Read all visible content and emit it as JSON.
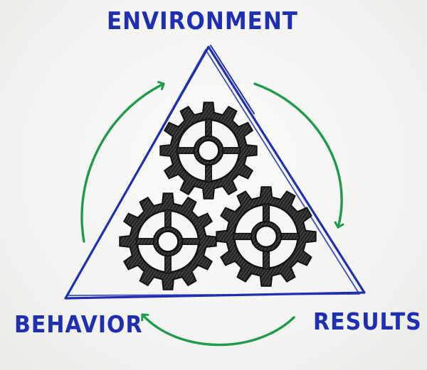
{
  "diagram": {
    "labels": {
      "top": "ENVIRONMENT",
      "bottom_left": "BEHAVIOR",
      "bottom_right": "RESULTS"
    },
    "shape": "triangle",
    "inner_elements": [
      "gear-icon",
      "gear-icon",
      "gear-icon"
    ],
    "cycle_arrows": [
      {
        "from": "bottom_left",
        "to": "top"
      },
      {
        "from": "top",
        "to": "bottom_right"
      },
      {
        "from": "bottom_right",
        "to": "bottom_left"
      }
    ],
    "colors": {
      "triangle": "#1f2fb0",
      "labels": "#1f2fb0",
      "arrows": "#1f9a4a",
      "gears": "#1a1a1a",
      "background": "#f4f4f2"
    }
  }
}
